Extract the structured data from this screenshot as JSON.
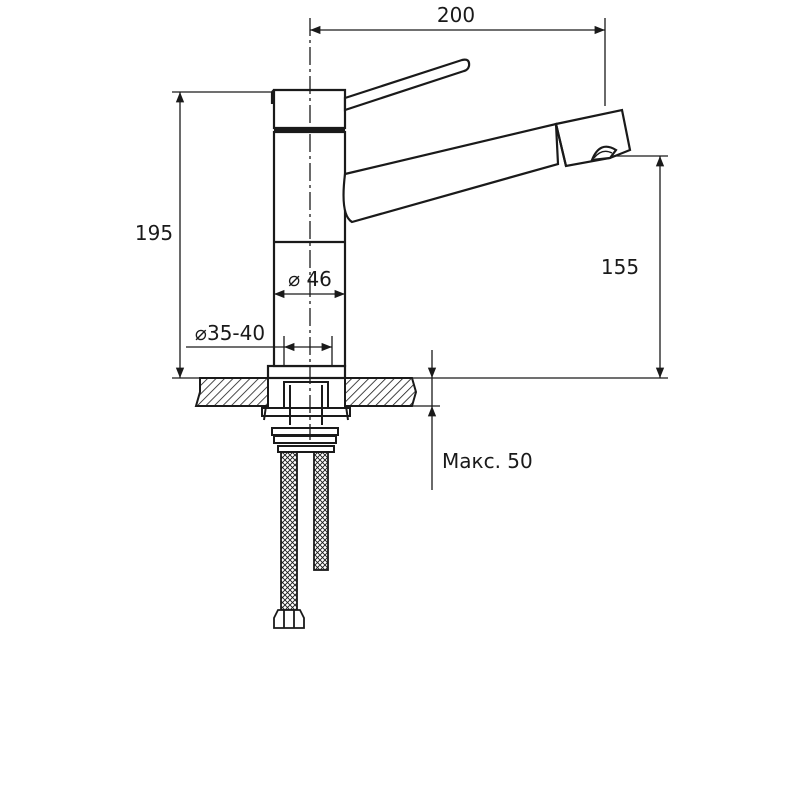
{
  "dimensions": {
    "spout_reach": "200",
    "total_height": "195",
    "spout_height": "155",
    "body_diameter": "⌀ 46",
    "hole_diameter": "⌀35-40",
    "max_counter_thickness": "Макс. 50"
  },
  "colors": {
    "line": "#1a1a1a",
    "background": "#ffffff"
  }
}
